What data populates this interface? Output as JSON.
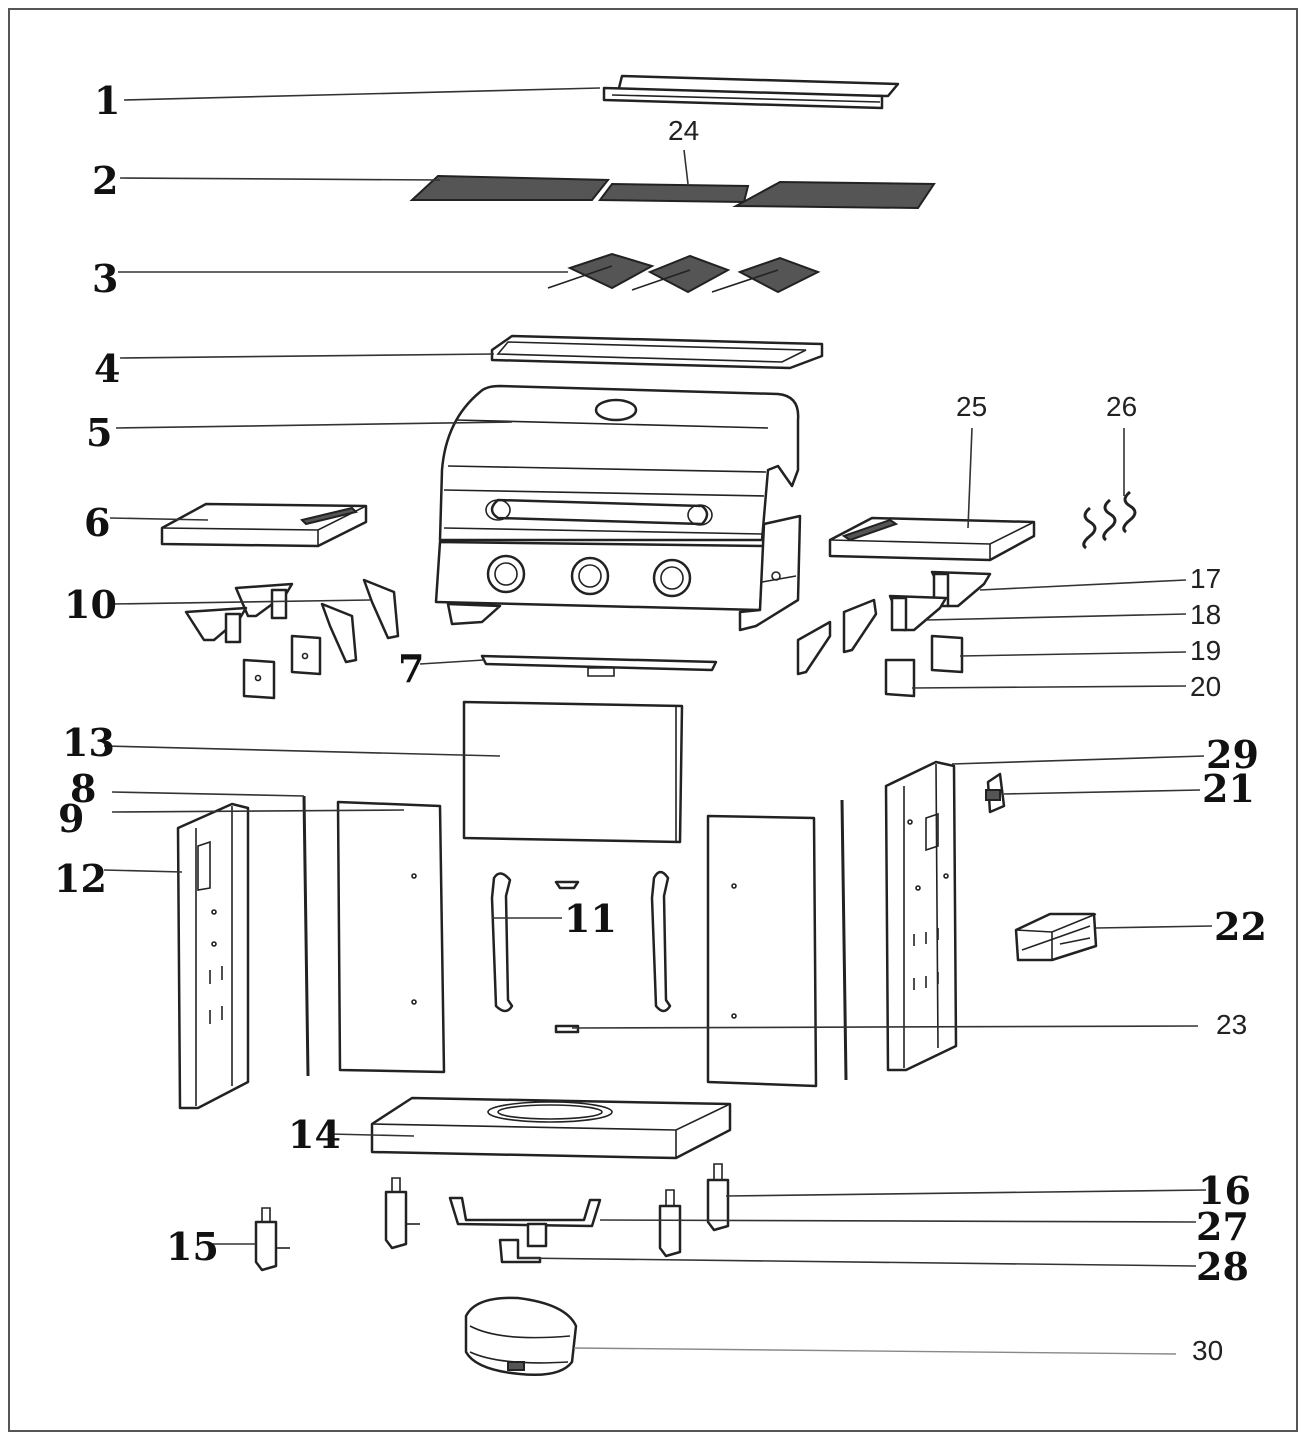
{
  "labels": {
    "p1": "1",
    "p2": "2",
    "p3": "3",
    "p4": "4",
    "p5": "5",
    "p6": "6",
    "p7": "7",
    "p8": "8",
    "p9": "9",
    "p10": "10",
    "p11": "11",
    "p12": "12",
    "p13": "13",
    "p14": "14",
    "p15": "15",
    "p16": "16",
    "p17": "17",
    "p18": "18",
    "p19": "19",
    "p20": "20",
    "p21": "21",
    "p22": "22",
    "p23": "23",
    "p24": "24",
    "p25": "25",
    "p26": "26",
    "p27": "27",
    "p28": "28",
    "p29": "29",
    "p30": "30"
  },
  "colors": {
    "line": "#222222",
    "frame": "#555555",
    "background": "#ffffff"
  }
}
